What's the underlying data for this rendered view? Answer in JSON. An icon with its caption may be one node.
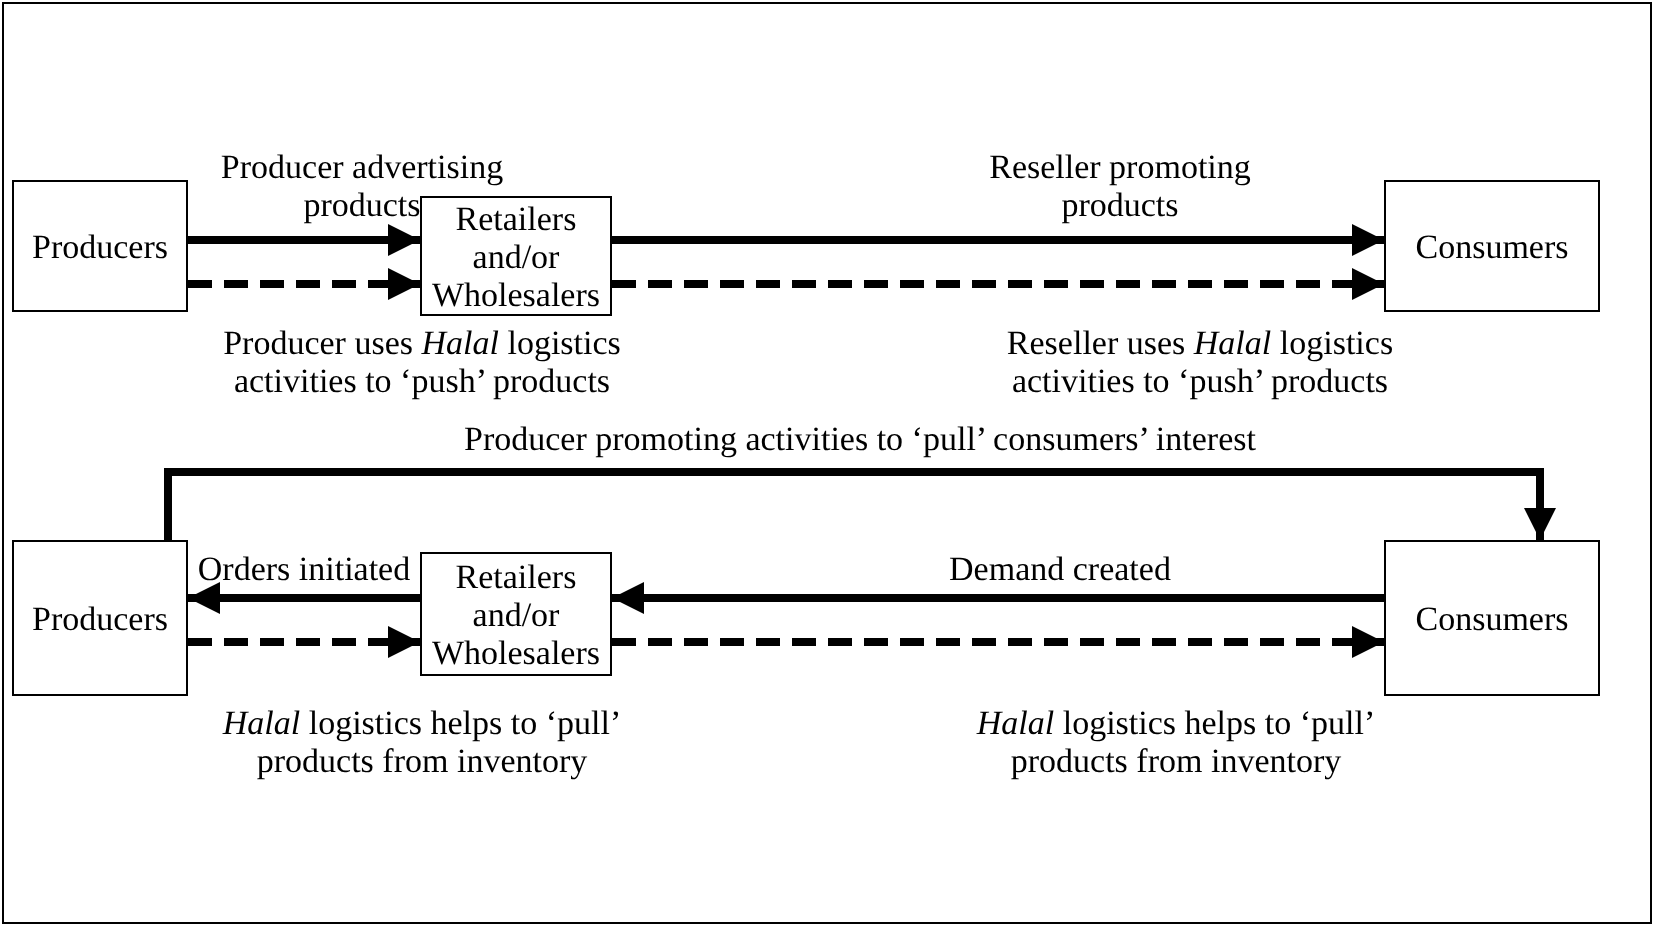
{
  "diagram": {
    "nodes": [
      {
        "text": [
          "Producers"
        ]
      },
      {
        "text": [
          "Retailers and/or Wholesalers"
        ]
      },
      {
        "text": [
          "Consumers"
        ]
      },
      {
        "text": [
          "Producers"
        ]
      },
      {
        "text": [
          "Retailers and/or Wholesalers"
        ]
      },
      {
        "text": [
          "Consumers"
        ]
      }
    ],
    "edges": [
      {
        "from": 0,
        "to": 1,
        "arrow": "to",
        "label": "Producer advertising products"
      },
      {
        "from": 0,
        "to": 1,
        "arrow": "to",
        "style": "dashed",
        "label": "Producer uses *Halal* logistics activities to ‘push’ products"
      },
      {
        "from": 1,
        "to": 2,
        "arrow": "to",
        "label": "Reseller promoting products"
      },
      {
        "from": 1,
        "to": 2,
        "arrow": "to",
        "style": "dashed",
        "label": "Reseller uses *Halal* logistics activities to ‘push’ products"
      },
      {
        "from": 3,
        "to": 5,
        "arrow": "to",
        "label": "Producer promoting activities to ‘pull’ consumers’ interest"
      },
      {
        "from": 4,
        "to": 3,
        "arrow": "to",
        "label": "Orders initiated"
      },
      {
        "from": 3,
        "to": 4,
        "arrow": "to",
        "style": "dashed",
        "label": "*Halal* logistics helps to ‘pull’ products from inventory"
      },
      {
        "from": 5,
        "to": 4,
        "arrow": "to",
        "label": "Demand created"
      },
      {
        "from": 4,
        "to": 5,
        "arrow": "to",
        "style": "dashed",
        "label": "*Halal* logistics helps to ‘pull’ products from inventory"
      }
    ]
  }
}
